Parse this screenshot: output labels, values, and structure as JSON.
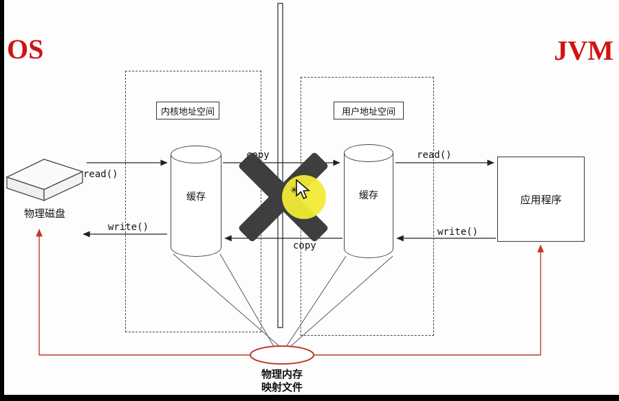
{
  "os_label": "OS",
  "jvm_label": "JVM",
  "kernel_space_title": "内核地址空间",
  "user_space_title": "用户地址空间",
  "kernel_buffer_label": "缓存",
  "user_buffer_label": "缓存",
  "disk_label": "物理磁盘",
  "app_label": "应用程序",
  "arrow_labels": {
    "read_from_disk": "read()",
    "copy_to_user": "copy",
    "read_to_app": "read()",
    "write_from_app": "write()",
    "copy_to_kernel": "copy",
    "write_to_disk": "write()"
  },
  "mapped_file": {
    "line1": "物理内存",
    "line2": "映射文件"
  },
  "icons": {
    "click_star_glyph": "✳",
    "disk": "disk-3d-icon",
    "blocked": "x-cross-icon",
    "cursor": "mouse-cursor-icon"
  },
  "colors": {
    "red_accent": "#cf1414",
    "line_red": "#bb3a28",
    "cross": "#3e3e3e",
    "yellow": "#f1ea38",
    "ink": "#222222"
  }
}
